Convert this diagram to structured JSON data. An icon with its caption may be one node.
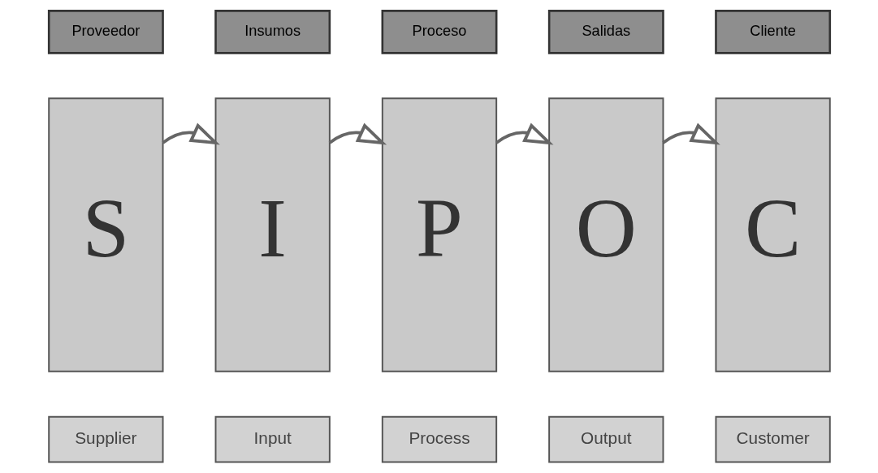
{
  "diagram": {
    "nodes": [
      {
        "text": [
          "Proveedor"
        ]
      },
      {
        "text": [
          "Insumos"
        ]
      },
      {
        "text": [
          "Proceso"
        ]
      },
      {
        "text": [
          "Salidas"
        ]
      },
      {
        "text": [
          "Cliente"
        ]
      },
      {
        "text": [
          "S"
        ]
      },
      {
        "text": [
          "I"
        ]
      },
      {
        "text": [
          "P"
        ]
      },
      {
        "text": [
          "O"
        ]
      },
      {
        "text": [
          "C"
        ]
      },
      {
        "text": [
          "Supplier"
        ]
      },
      {
        "text": [
          "Input"
        ]
      },
      {
        "text": [
          "Process"
        ]
      },
      {
        "text": [
          "Output"
        ]
      },
      {
        "text": [
          "Customer"
        ]
      }
    ],
    "edges": [
      {
        "from": 5,
        "to": 6,
        "arrow": "to"
      },
      {
        "from": 6,
        "to": 7,
        "arrow": "to"
      },
      {
        "from": 7,
        "to": 8,
        "arrow": "to"
      },
      {
        "from": 8,
        "to": 9,
        "arrow": "to"
      }
    ]
  }
}
